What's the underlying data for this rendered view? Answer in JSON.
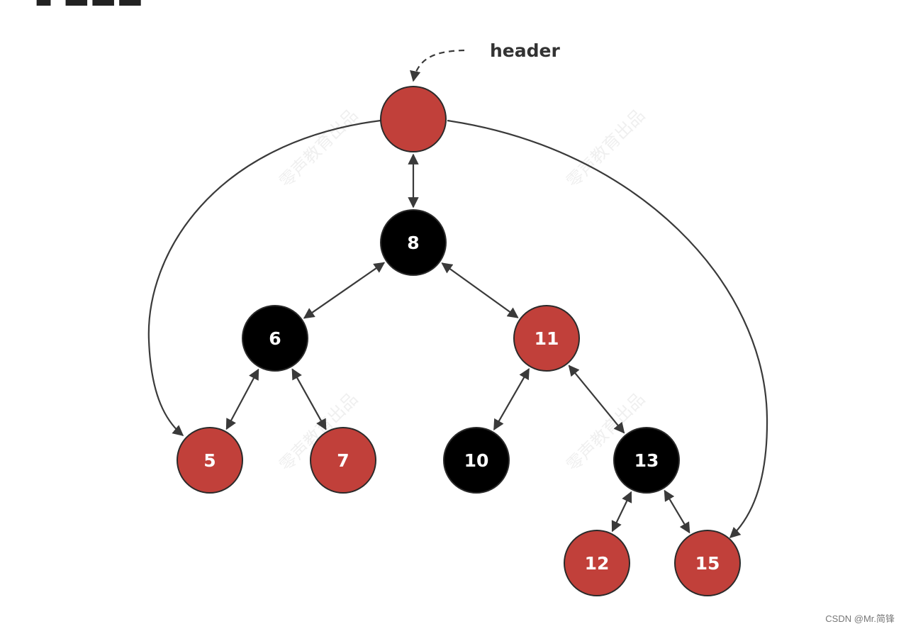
{
  "header_label": "header",
  "footer": "CSDN @Mr.简锋",
  "watermark": "零声教育出品",
  "colors": {
    "red": "#c1403a",
    "black": "#000000",
    "edge": "#3a3a3a",
    "text": "#ffffff"
  },
  "nodes": [
    {
      "id": "header",
      "label": "",
      "color": "red"
    },
    {
      "id": "n8",
      "label": "8",
      "color": "black"
    },
    {
      "id": "n6",
      "label": "6",
      "color": "black"
    },
    {
      "id": "n11",
      "label": "11",
      "color": "red"
    },
    {
      "id": "n5",
      "label": "5",
      "color": "red"
    },
    {
      "id": "n7",
      "label": "7",
      "color": "red"
    },
    {
      "id": "n10",
      "label": "10",
      "color": "black"
    },
    {
      "id": "n13",
      "label": "13",
      "color": "black"
    },
    {
      "id": "n12",
      "label": "12",
      "color": "red"
    },
    {
      "id": "n15",
      "label": "15",
      "color": "red"
    }
  ],
  "edges": [
    {
      "from": "header",
      "to": "n8",
      "type": "bidirectional"
    },
    {
      "from": "n8",
      "to": "n6",
      "type": "bidirectional"
    },
    {
      "from": "n8",
      "to": "n11",
      "type": "bidirectional"
    },
    {
      "from": "n6",
      "to": "n5",
      "type": "bidirectional"
    },
    {
      "from": "n6",
      "to": "n7",
      "type": "bidirectional"
    },
    {
      "from": "n11",
      "to": "n10",
      "type": "bidirectional"
    },
    {
      "from": "n11",
      "to": "n13",
      "type": "bidirectional"
    },
    {
      "from": "n13",
      "to": "n12",
      "type": "bidirectional"
    },
    {
      "from": "n13",
      "to": "n15",
      "type": "bidirectional"
    },
    {
      "from": "header",
      "to": "n5",
      "type": "curve-left"
    },
    {
      "from": "header",
      "to": "n15",
      "type": "curve-right"
    }
  ]
}
